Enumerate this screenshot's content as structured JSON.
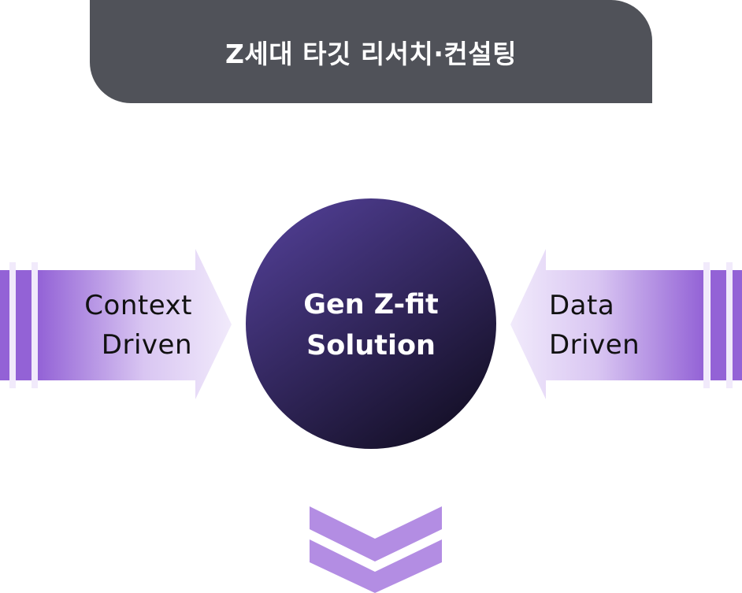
{
  "header": {
    "title": "Z세대 타깃 리서치·컨설팅"
  },
  "diagram": {
    "left_arrow": {
      "line1": "Context",
      "line2": "Driven"
    },
    "right_arrow": {
      "line1": "Data",
      "line2": "Driven"
    },
    "center": {
      "line1": "Gen Z-fit",
      "line2": "Solution"
    },
    "down_chevron_icon": "double-chevron-down"
  },
  "colors": {
    "header_bg": "#505259",
    "arrow_purple": "#9362D6",
    "circle_start": "#4B3A8A",
    "circle_end": "#151028",
    "chevron": "#B38DE3"
  }
}
